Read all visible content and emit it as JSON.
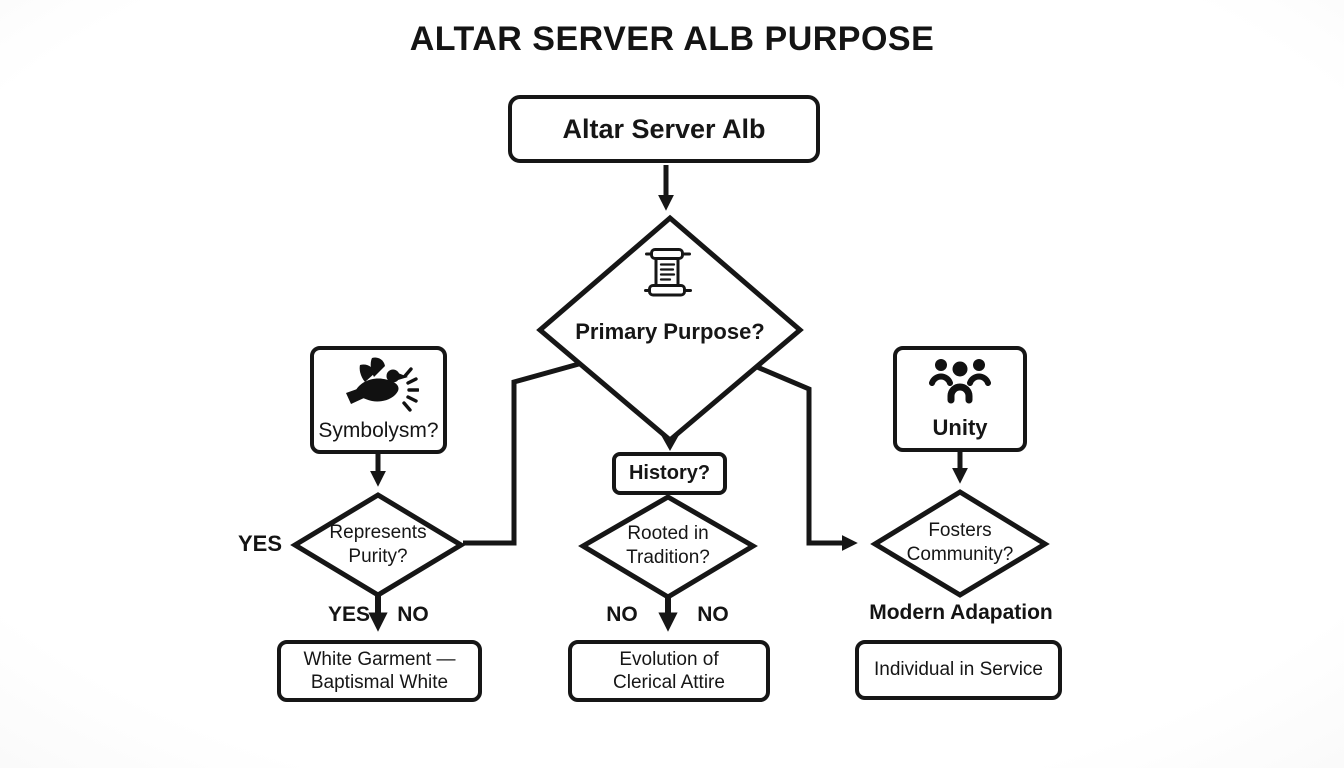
{
  "title": "ALTAR SERVER ALB PURPOSE",
  "colors": {
    "ink": "#161616",
    "node_fill": "#ffffff",
    "background_center": "#ffffff",
    "background_edge": "#e6e6e6"
  },
  "nodes": {
    "root": {
      "label": "Altar Server Alb"
    },
    "primary": {
      "label": "Primary Purpose?",
      "icon": "scroll-icon"
    },
    "symbolism": {
      "label": "Symbolysm?",
      "icon": "dove-icon"
    },
    "purity": {
      "line1": "Represents",
      "line2": "Purity?"
    },
    "white_garment": {
      "line1": "White Garment —",
      "line2": "Baptismal White"
    },
    "history": {
      "label": "History?"
    },
    "tradition": {
      "line1": "Rooted in",
      "line2": "Tradition?"
    },
    "evolution": {
      "line1": "Evolution of",
      "line2": "Clerical Attire"
    },
    "unity": {
      "label": "Unity",
      "icon": "people-icon"
    },
    "community": {
      "line1": "Fosters",
      "line2": "Community?"
    },
    "individual": {
      "label": "Individual in Service"
    }
  },
  "edge_labels": {
    "purity_side_yes": "YES",
    "purity_bottom_yes": "YES",
    "purity_bottom_no": "NO",
    "tradition_bottom_no_left": "NO",
    "tradition_bottom_no_right": "NO",
    "community_bottom": "Modern Adapation"
  }
}
